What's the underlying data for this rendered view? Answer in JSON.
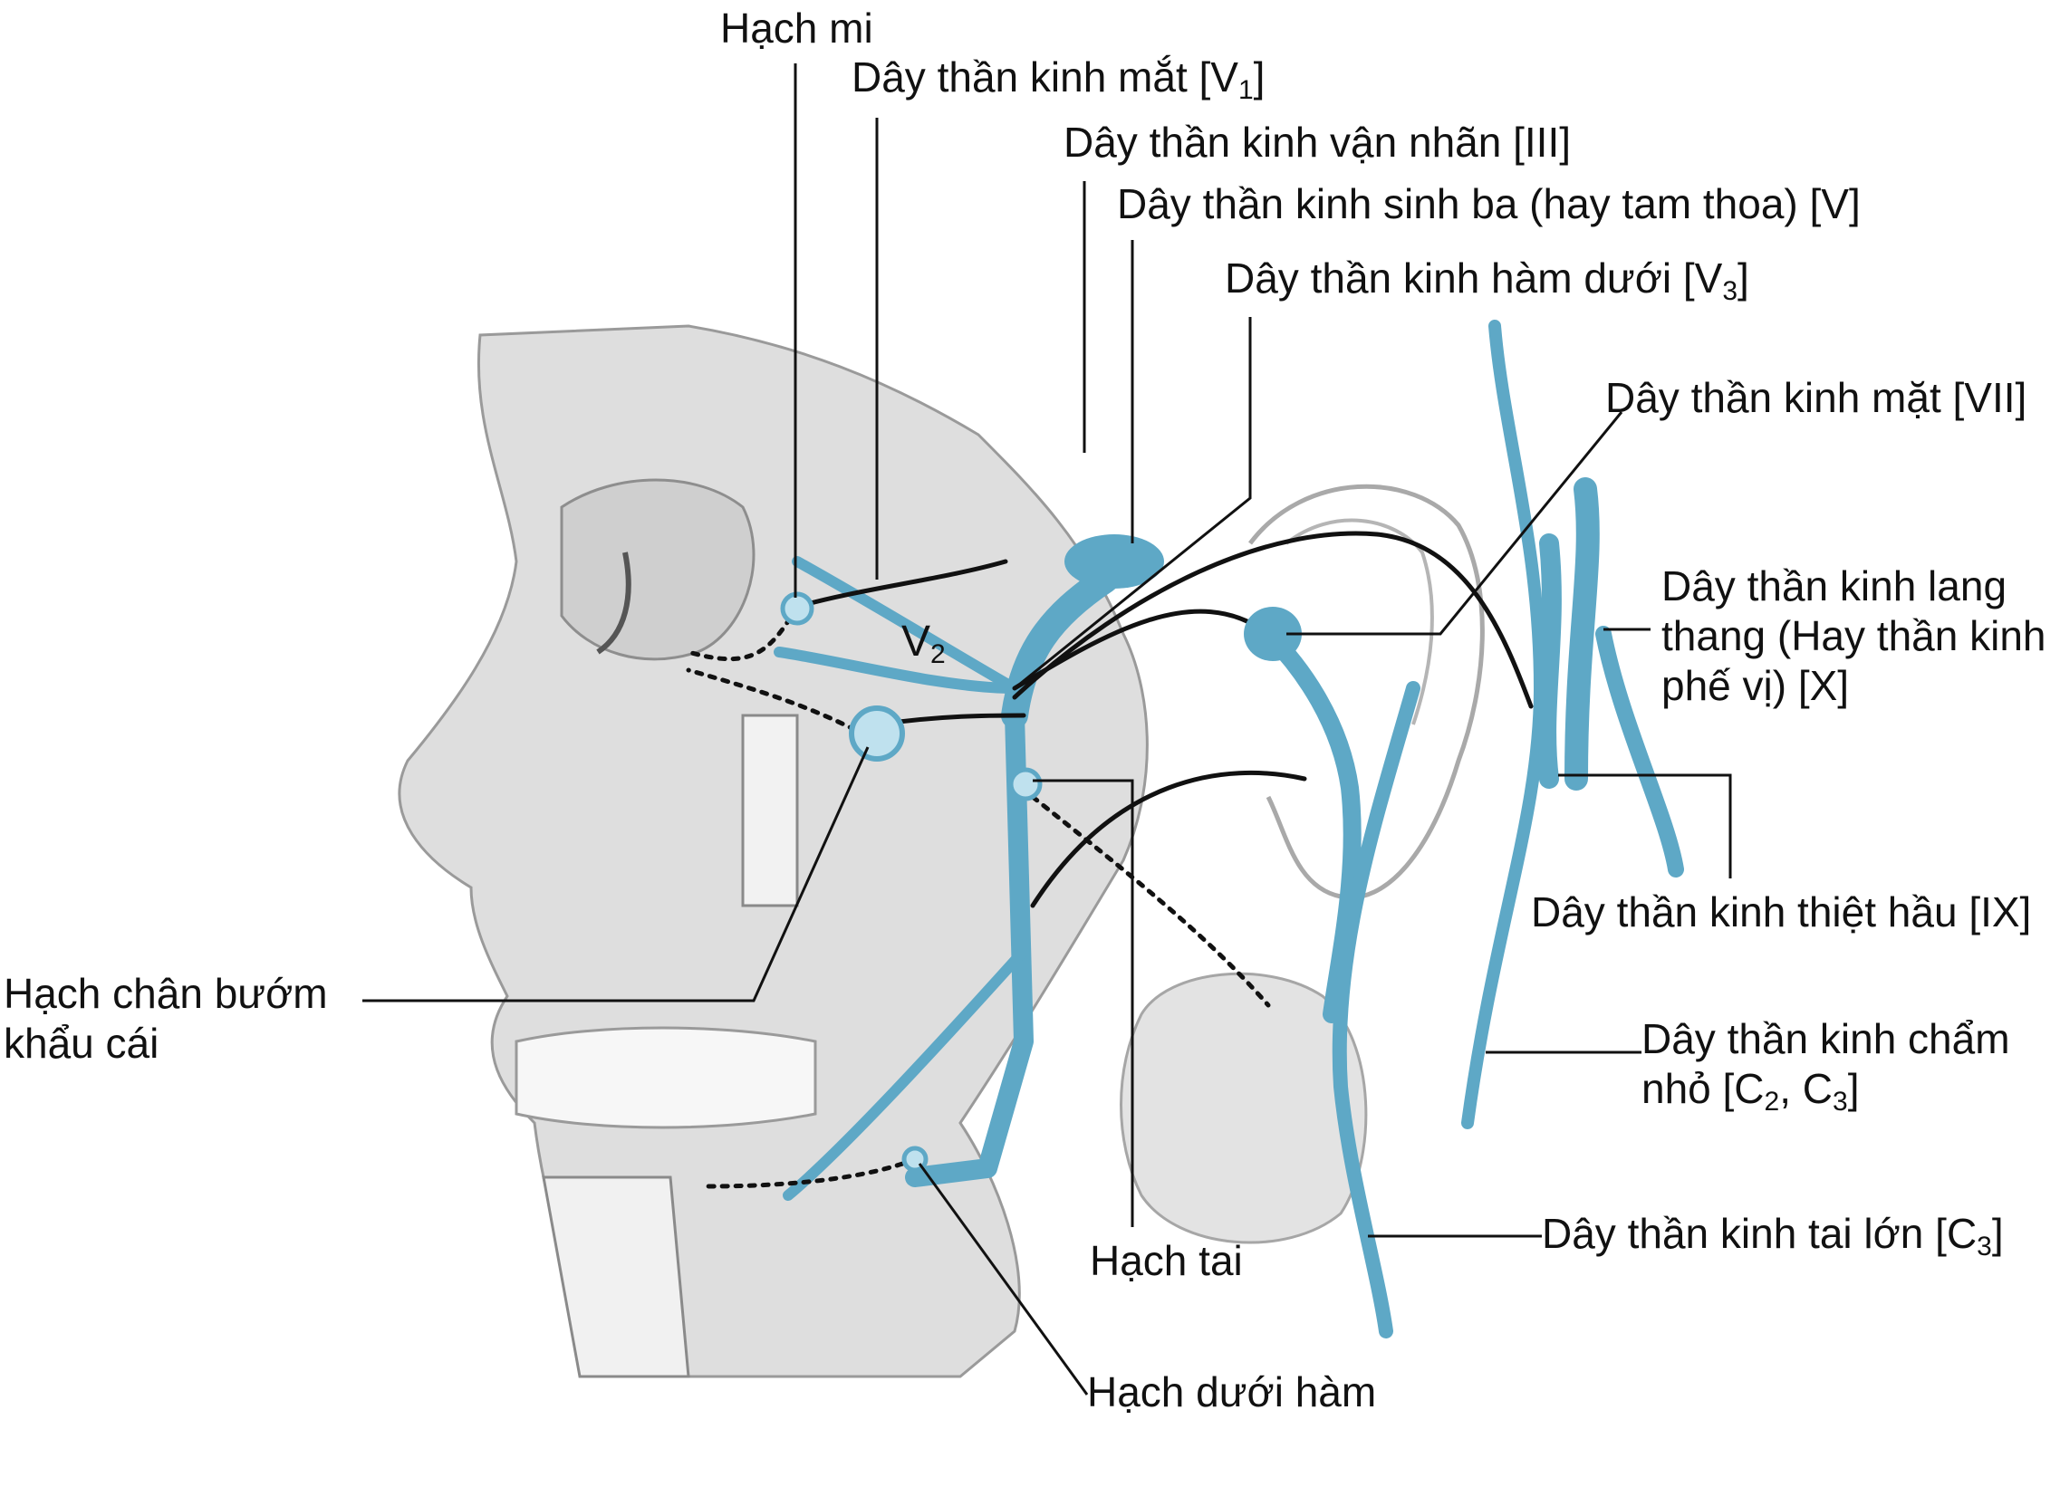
{
  "colors": {
    "nerve": "#5ea8c6",
    "nerve_dark": "#3f8aab",
    "line": "#111111",
    "skull": "#d7d7d7",
    "skull_shade": "#bdbdbd",
    "outline": "#8c8c8c"
  },
  "labels": {
    "hach_mi": "Hạch mi",
    "v1": {
      "text": "Dây thần kinh mắt [V",
      "sub": "1",
      "end": "]"
    },
    "iii": "Dây thần kinh vận nhãn [III]",
    "v": "Dây thần kinh sinh ba (hay tam thoa) [V]",
    "v3": {
      "text": "Dây thần kinh hàm dưới [V",
      "sub": "3",
      "end": "]"
    },
    "vii": "Dây thần kinh mặt [VII]",
    "x": "Dây thần kinh lang thang (Hay thần kinh phế vị) [X]",
    "ix": "Dây thần kinh thiệt hầu [IX]",
    "occipital": {
      "text": "Dây thần kinh chẩm nhỏ [C",
      "sub1": "2",
      "mid": ", C",
      "sub2": "3",
      "end": "]"
    },
    "auricular": {
      "text": "Dây thần kinh tai lớn [C",
      "sub": "3",
      "end": "]"
    },
    "hach_tai": "Hạch tai",
    "hach_duoi_ham": "Hạch dưới hàm",
    "hach_chan_buom": "Hạch chân bướm khẩu cái",
    "v2": {
      "text": "V",
      "sub": "2"
    }
  }
}
